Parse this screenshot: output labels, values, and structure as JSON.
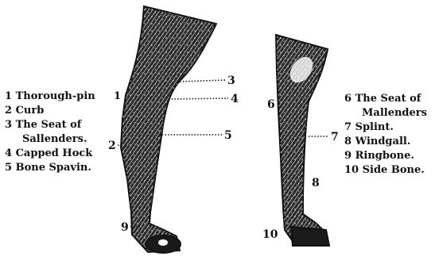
{
  "left_legend": [
    {
      "num": "1",
      "text": "Thorough-pin"
    },
    {
      "num": "2",
      "text": "Curb"
    },
    {
      "num": "3",
      "text": "The Seat of"
    },
    {
      "num": "",
      "text": "Sallenders."
    },
    {
      "num": "4",
      "text": "Capped Hock"
    },
    {
      "num": "5",
      "text": "Bone Spavin."
    }
  ],
  "right_legend": [
    {
      "num": "6",
      "text": "The Seat of"
    },
    {
      "num": "",
      "text": "Mallenders"
    },
    {
      "num": "7",
      "text": "Splint."
    },
    {
      "num": "8",
      "text": "Windgall."
    },
    {
      "num": "9",
      "text": "Ringbone."
    },
    {
      "num": "10",
      "text": "Side Bone."
    }
  ],
  "callouts": {
    "hind": [
      "1",
      "2",
      "3",
      "4",
      "5",
      "9"
    ],
    "fore": [
      "6",
      "7",
      "8",
      "10"
    ]
  },
  "colors": {
    "ink": "#111111",
    "paper": "#ffffff",
    "shade": "#3a3a3a"
  }
}
